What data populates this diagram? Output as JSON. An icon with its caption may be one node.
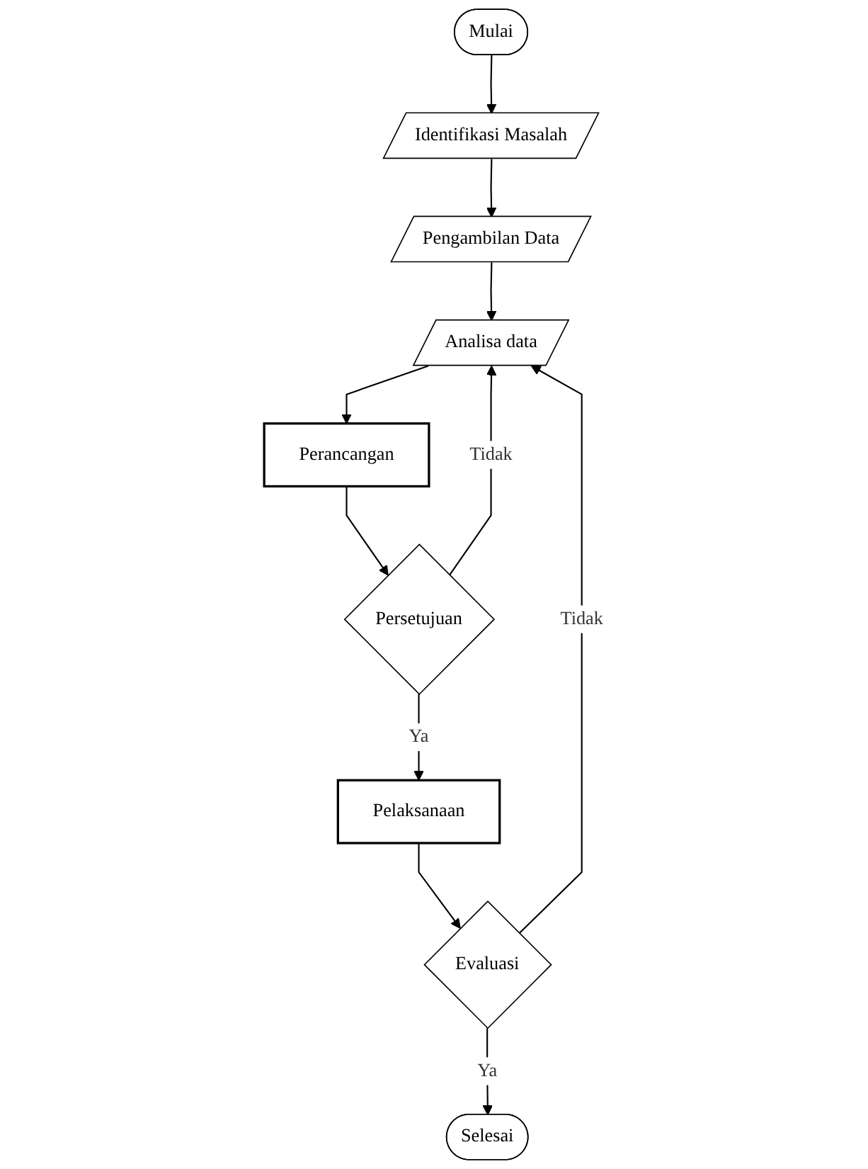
{
  "diagram": {
    "nodes": [
      {
        "text": [
          "Mulai"
        ]
      },
      {
        "text": [
          "Identifikasi Masalah"
        ]
      },
      {
        "text": [
          "Pengambilan Data"
        ]
      },
      {
        "text": [
          "Analisa data"
        ]
      },
      {
        "text": [
          "Perancangan"
        ]
      },
      {
        "text": [
          "Persetujuan"
        ]
      },
      {
        "text": [
          "Pelaksanaan"
        ]
      },
      {
        "text": [
          "Evaluasi"
        ]
      },
      {
        "text": [
          "Selesai"
        ]
      }
    ],
    "edges": [
      {
        "from": 0,
        "to": 1,
        "arrow": "to"
      },
      {
        "from": 1,
        "to": 2,
        "arrow": "to"
      },
      {
        "from": 2,
        "to": 3,
        "arrow": "to"
      },
      {
        "from": 3,
        "to": 4,
        "arrow": "to"
      },
      {
        "from": 4,
        "to": 5,
        "arrow": "to"
      },
      {
        "from": 5,
        "to": 6,
        "label": "Ya",
        "arrow": "to"
      },
      {
        "from": 5,
        "to": 3,
        "label": "Tidak",
        "arrow": "to"
      },
      {
        "from": 6,
        "to": 7,
        "arrow": "to"
      },
      {
        "from": 7,
        "to": 8,
        "label": "Ya",
        "arrow": "to"
      },
      {
        "from": 7,
        "to": 3,
        "label": "Tidak",
        "arrow": "to"
      }
    ]
  }
}
